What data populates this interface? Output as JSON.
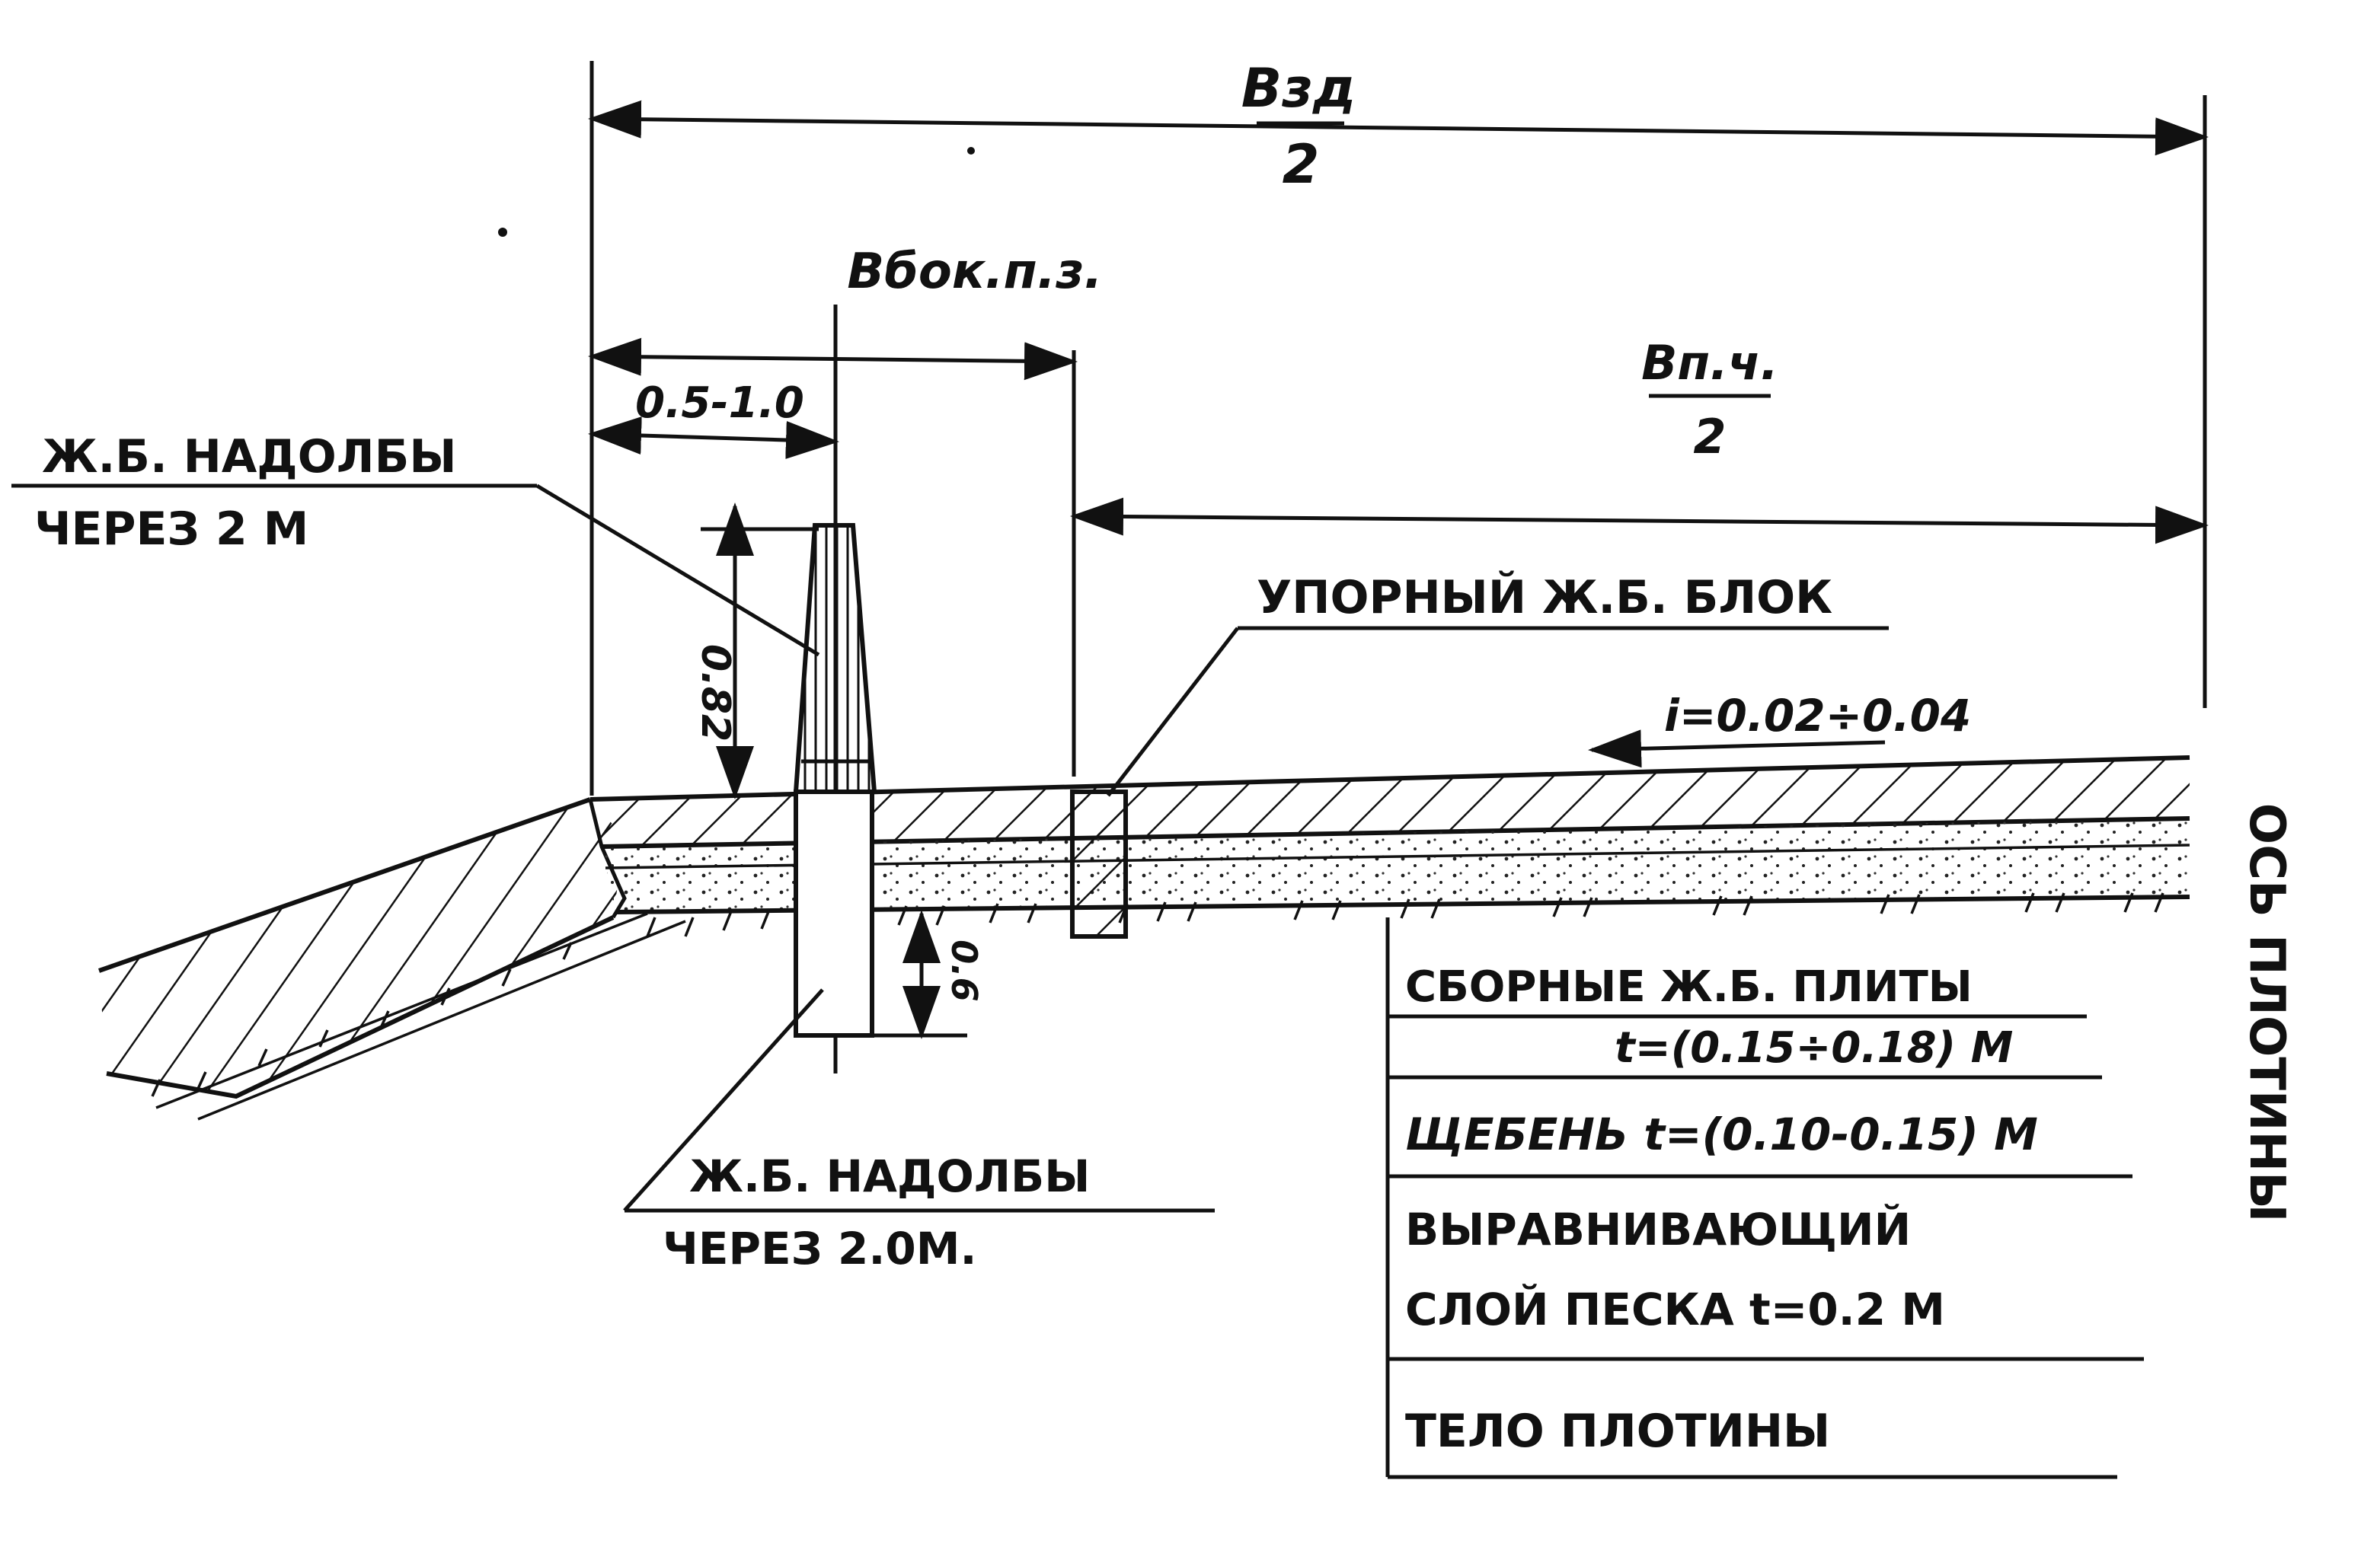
{
  "dimensions": {
    "half_width_top": "Bзд",
    "half_width_bottom": "2",
    "side_strip": "Bбок.п.з.",
    "offset": "0.5-1.0",
    "half_carriageway_top": "Bп.ч.",
    "half_carriageway_bottom": "2",
    "post_height": "0.82",
    "post_depth": "0.6"
  },
  "labels": {
    "posts_top_line1": "Ж.Б. НАДОЛБЫ",
    "posts_top_line2": "ЧЕРЕЗ 2 М",
    "stop_block": "УПОРНЫЙ Ж.Б. БЛОК",
    "slope": "i=0.02÷0.04",
    "posts_bottom_line1": "Ж.Б. НАДОЛБЫ",
    "posts_bottom_line2": "ЧЕРЕЗ 2.0М.",
    "dam_crest_vertical": "ОСЬ ПЛОТИНЫ"
  },
  "layers": [
    {
      "line1": "СБОРНЫЕ Ж.Б. ПЛИТЫ",
      "line2": "t=(0.15÷0.18) М"
    },
    {
      "line1": "ЩЕБЕНЬ t=(0.10-0.15) М"
    },
    {
      "line1": "ВЫРАВНИВАЮЩИЙ",
      "line2": "СЛОЙ ПЕСКА t=0.2 М"
    },
    {
      "line1": "ТЕЛО ПЛОТИНЫ"
    }
  ]
}
